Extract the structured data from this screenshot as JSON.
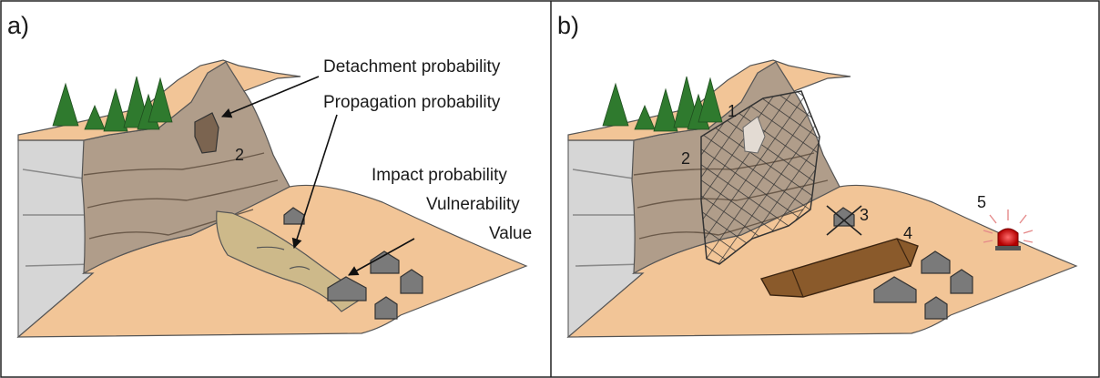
{
  "panels": [
    {
      "tag": "a)",
      "labels": {
        "detachment": "Detachment probability",
        "propagation": "Propagation probability",
        "impact": "Impact probability",
        "vulnerability": "Vulnerability",
        "value": "Value"
      },
      "numbers": {
        "n2": "2"
      }
    },
    {
      "tag": "b)",
      "numbers": {
        "n1": "1",
        "n2": "2",
        "n3": "3",
        "n4": "4",
        "n5": "5"
      }
    }
  ],
  "colors": {
    "sand": "#f2c597",
    "cliff": "#b09d8a",
    "rock_face": "#d6d6d6",
    "trees": "#2f7a2e",
    "deposit": "#cdb98a",
    "barrier": "#8a5a2b",
    "alarm": "#d81818"
  }
}
